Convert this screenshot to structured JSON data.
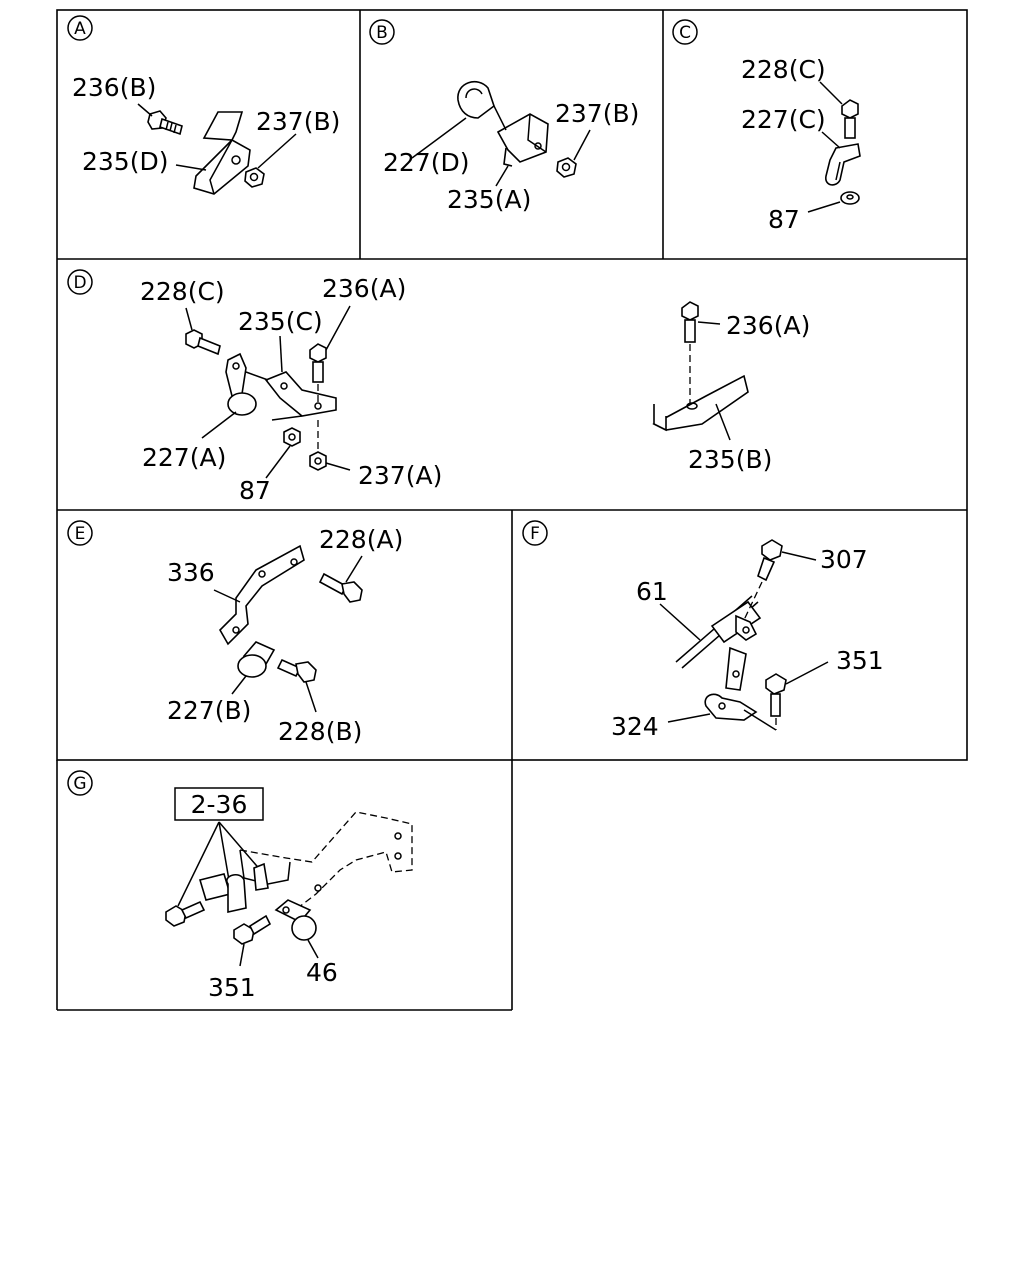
{
  "panels": {
    "A": {
      "letter": "A",
      "labels": [
        "236(B)",
        "235(D)",
        "237(B)"
      ]
    },
    "B": {
      "letter": "B",
      "labels": [
        "237(B)",
        "227(D)",
        "235(A)"
      ]
    },
    "C": {
      "letter": "C",
      "labels": [
        "228(C)",
        "227(C)",
        "87"
      ]
    },
    "D": {
      "letter": "D",
      "labels": [
        "228(C)",
        "236(A)",
        "235(C)",
        "227(A)",
        "87",
        "237(A)",
        "236(A)",
        "235(B)"
      ]
    },
    "E": {
      "letter": "E",
      "labels": [
        "228(A)",
        "336",
        "227(B)",
        "228(B)"
      ]
    },
    "F": {
      "letter": "F",
      "labels": [
        "307",
        "61",
        "351",
        "324"
      ]
    },
    "G": {
      "letter": "G",
      "labels": [
        "2-36",
        "351",
        "46"
      ]
    }
  }
}
